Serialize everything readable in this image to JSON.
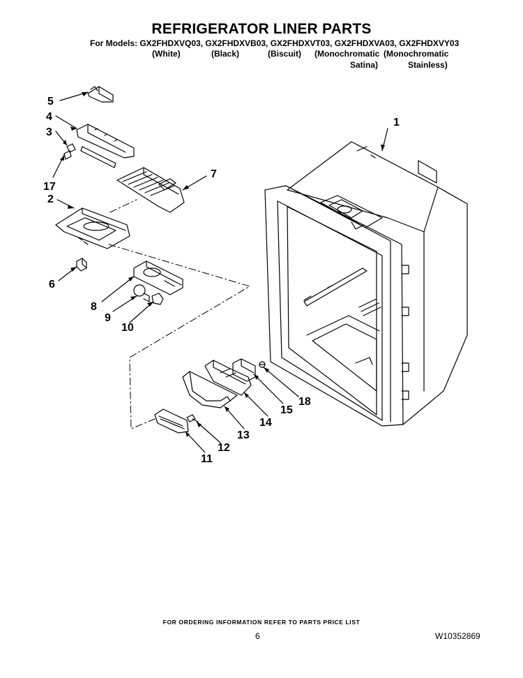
{
  "header": {
    "title": "REFRIGERATOR LINER PARTS",
    "models_line": "For Models: GX2FHDXVQ03, GX2FHDXVB03, GX2FHDXVT03, GX2FHDXVA03, GX2FHDXVY03",
    "colors": [
      {
        "line1": "(White)",
        "line2": ""
      },
      {
        "line1": "(Black)",
        "line2": ""
      },
      {
        "line1": "(Biscuit)",
        "line2": ""
      },
      {
        "line1": "(Monochromatic",
        "line2": "Satina)"
      },
      {
        "line1": "(Monochromatic",
        "line2": "Stainless)"
      }
    ]
  },
  "callouts": {
    "c1": "1",
    "c2": "2",
    "c3": "3",
    "c4": "4",
    "c5": "5",
    "c6": "6",
    "c7": "7",
    "c8": "8",
    "c9": "9",
    "c10": "10",
    "c11": "11",
    "c12": "12",
    "c13": "13",
    "c14": "14",
    "c15": "15",
    "c17": "17",
    "c18": "18"
  },
  "footer": {
    "ordering_note": "FOR ORDERING INFORMATION REFER TO PARTS PRICE LIST",
    "page_number": "6",
    "document_number": "W10352869"
  }
}
